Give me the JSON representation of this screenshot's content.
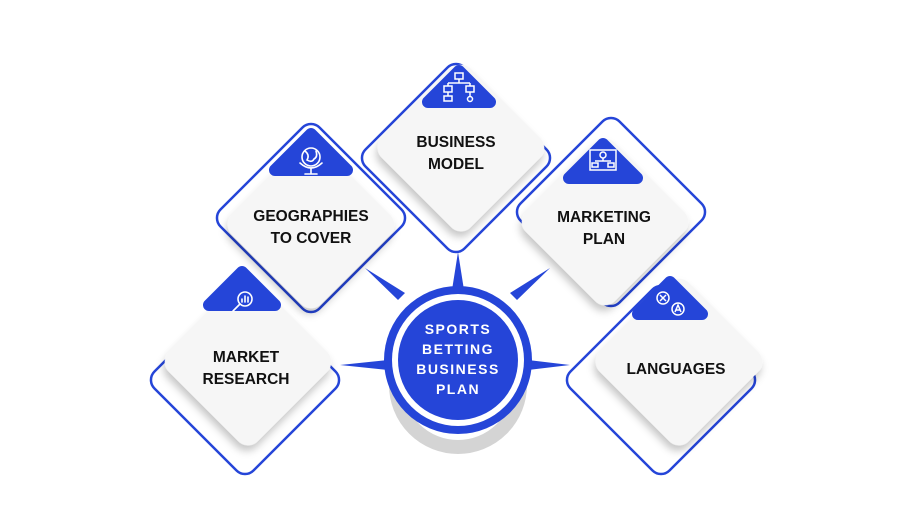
{
  "center": {
    "label": "SPORTS\nBETTING\nBUSINESS\nPLAN"
  },
  "items": [
    {
      "label": "MARKET\nRESEARCH",
      "icon": "market-research-icon"
    },
    {
      "label": "GEOGRAPHIES\nTO COVER",
      "icon": "globe-icon"
    },
    {
      "label": "BUSINESS\nMODEL",
      "icon": "flowchart-icon"
    },
    {
      "label": "MARKETING\nPLAN",
      "icon": "marketing-plan-icon"
    },
    {
      "label": "LANGUAGES",
      "icon": "translate-icon"
    }
  ],
  "colors": {
    "accent": "#2545d8",
    "card": "#f6f6f6",
    "card_shadow": "#d6d6d6",
    "text": "#111111"
  }
}
